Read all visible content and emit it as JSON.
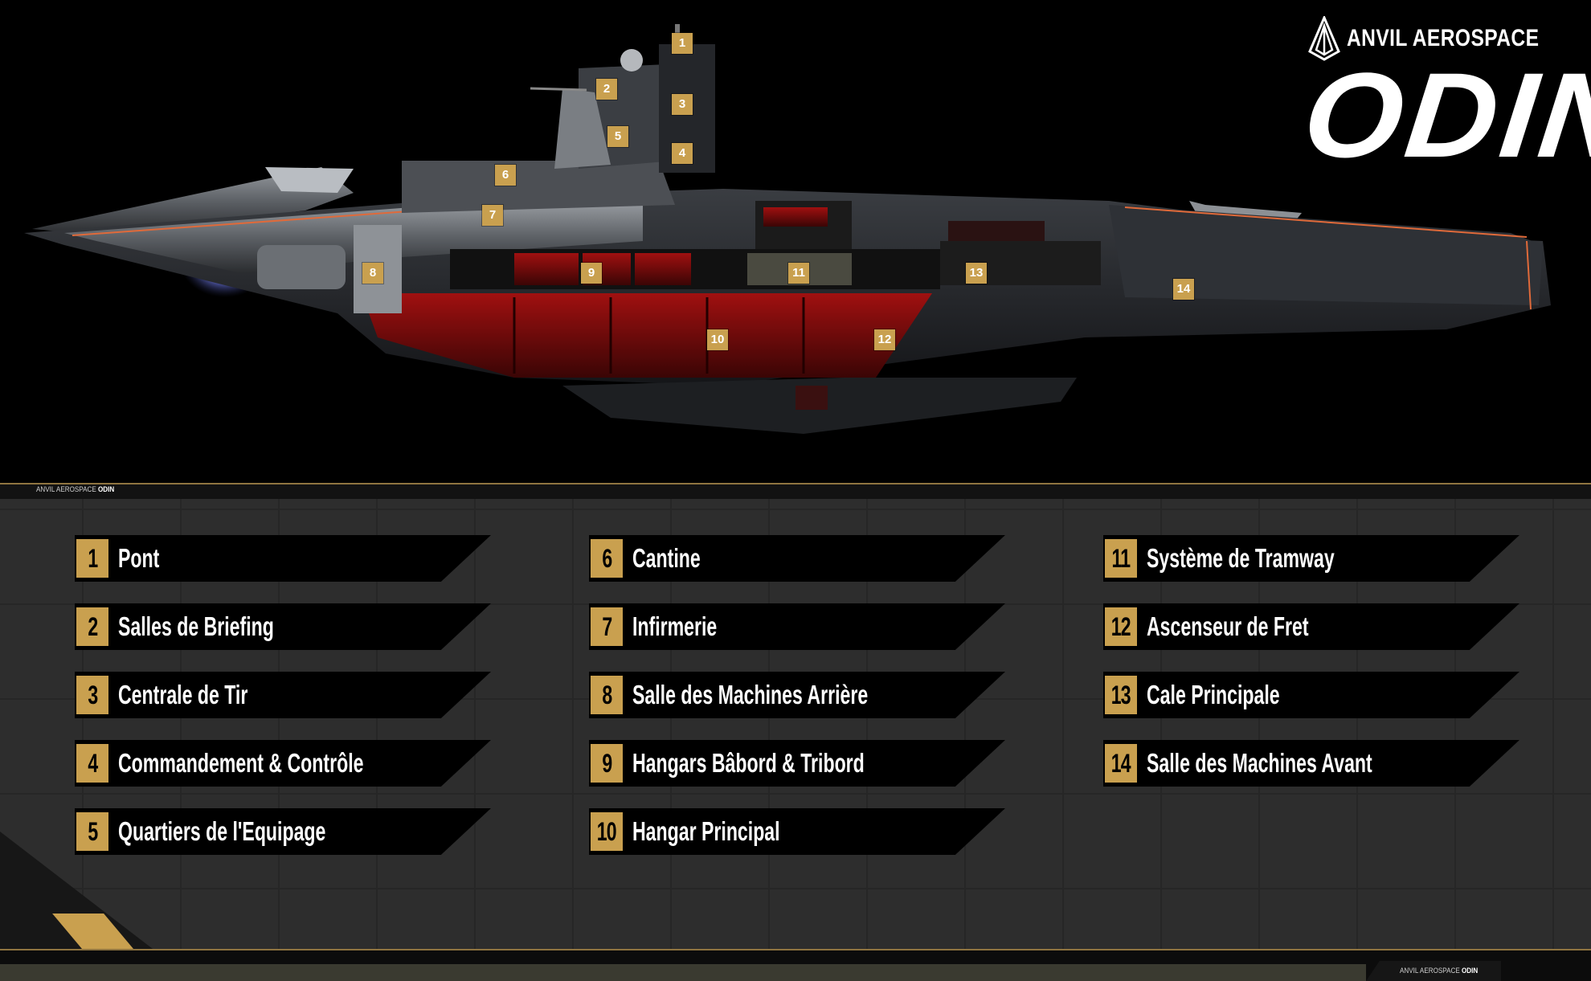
{
  "brand": {
    "manufacturer": "ANVIL AEROSPACE",
    "ship": "ODIN",
    "accent_color": "#c9a04f"
  },
  "strip_label": {
    "prefix": "ANVIL AEROSPACE",
    "ship": "ODIN"
  },
  "footer_label": {
    "prefix": "ANVIL AEROSPACE",
    "ship": "ODIN"
  },
  "callouts": [
    "1",
    "2",
    "3",
    "4",
    "5",
    "6",
    "7",
    "8",
    "9",
    "10",
    "11",
    "12",
    "13",
    "14"
  ],
  "legend": {
    "columns": [
      [
        {
          "num": "1",
          "label": "Pont"
        },
        {
          "num": "2",
          "label": "Salles de Briefing"
        },
        {
          "num": "3",
          "label": "Centrale de Tir"
        },
        {
          "num": "4",
          "label": "Commandement & Contrôle"
        },
        {
          "num": "5",
          "label": "Quartiers de l'Equipage"
        }
      ],
      [
        {
          "num": "6",
          "label": "Cantine"
        },
        {
          "num": "7",
          "label": "Infirmerie"
        },
        {
          "num": "8",
          "label": "Salle des Machines Arrière"
        },
        {
          "num": "9",
          "label": "Hangars Bâbord & Tribord"
        },
        {
          "num": "10",
          "label": "Hangar Principal"
        }
      ],
      [
        {
          "num": "11",
          "label": "Système de Tramway"
        },
        {
          "num": "12",
          "label": "Ascenseur de Fret"
        },
        {
          "num": "13",
          "label": "Cale Principale"
        },
        {
          "num": "14",
          "label": "Salle des Machines Avant"
        }
      ]
    ]
  }
}
